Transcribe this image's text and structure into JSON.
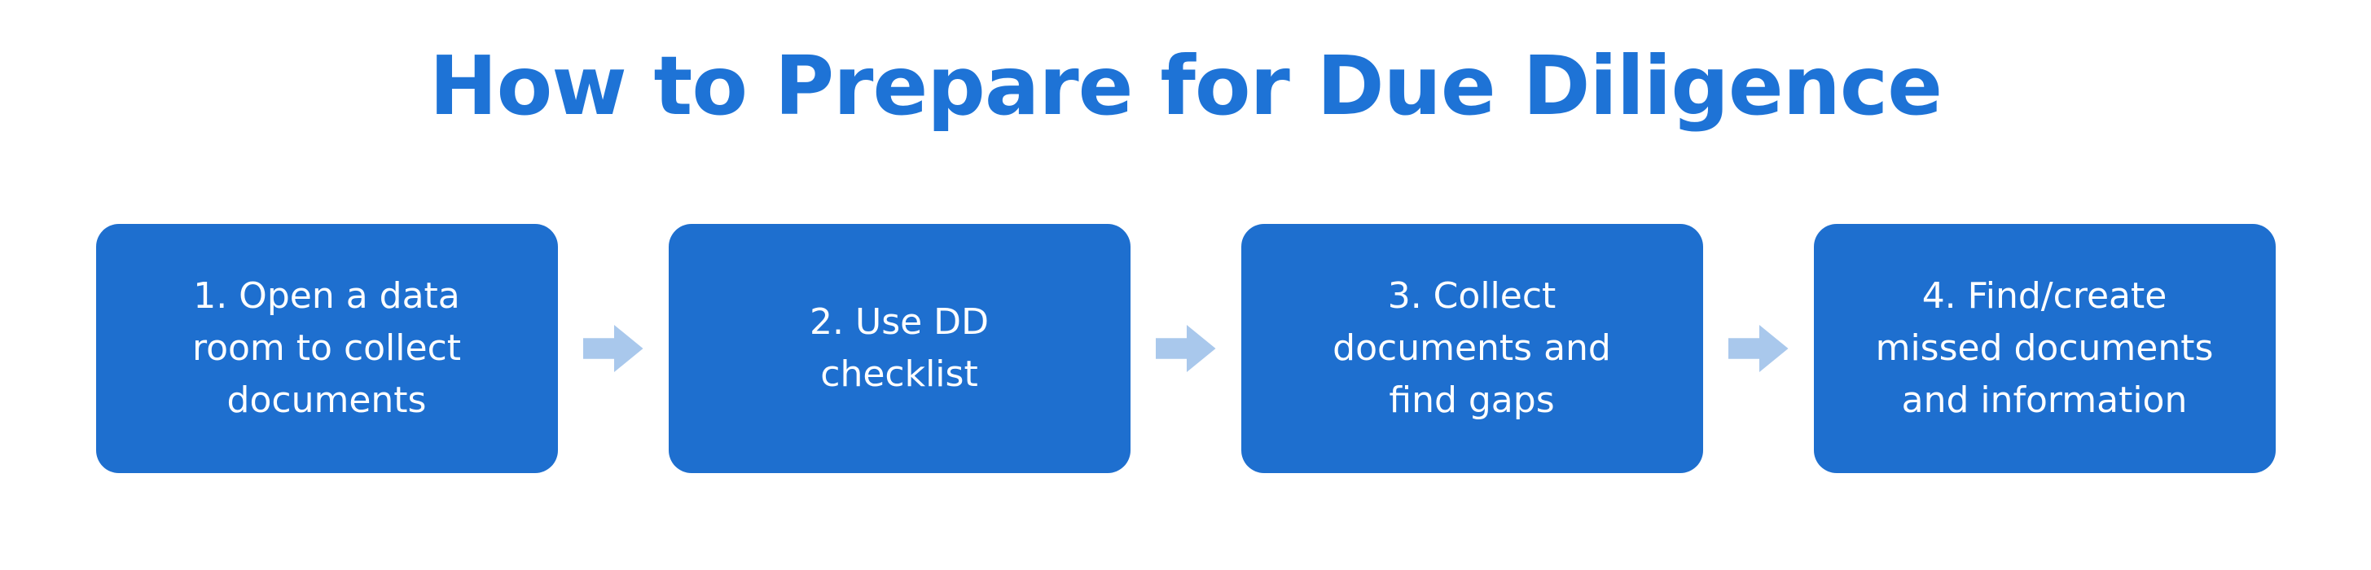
{
  "title": "How to Prepare for Due Diligence",
  "colors": {
    "background": "#ffffff",
    "title_color": "#1e73d6",
    "box_bg": "#1e6fcf",
    "box_text": "#ffffff",
    "arrow_color": "#a9c8ec"
  },
  "steps": [
    {
      "label": "1. Open a data\nroom to collect\ndocuments"
    },
    {
      "label": "2. Use DD\nchecklist"
    },
    {
      "label": "3. Collect\ndocuments and\nfind gaps"
    },
    {
      "label": "4. Find/create\nmissed documents\nand information"
    }
  ]
}
